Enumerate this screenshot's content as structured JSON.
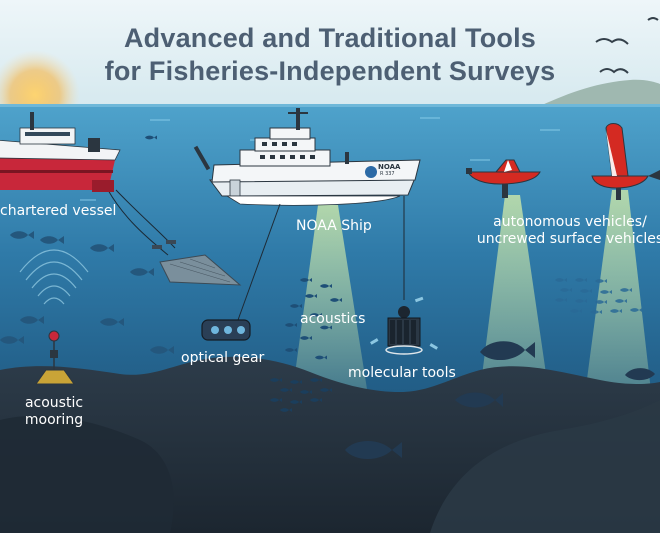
{
  "title": {
    "line1": "Advanced and Traditional Tools",
    "line2": "for Fisheries-Independent Surveys"
  },
  "labels": {
    "chartered_vessel": "chartered vessel",
    "noaa_ship": "NOAA Ship",
    "autonomous_line1": "autonomous vehicles/",
    "autonomous_line2": "uncrewed surface vehicles",
    "acoustics": "acoustics",
    "optical_gear": "optical gear",
    "molecular_tools": "molecular tools",
    "acoustic_mooring_line1": "acoustic",
    "acoustic_mooring_line2": "mooring"
  },
  "ship_markings": {
    "hull_logo": "NOAA",
    "hull_number": "R 337"
  },
  "colors": {
    "sky_top": "#e9f3f7",
    "sky_bottom": "#d8eaf0",
    "sea_surface": "#3e92bd",
    "sea_deep": "#17496f",
    "seafloor": "#232f3b",
    "chartered_hull": "#c8273a",
    "usv_red": "#d42a22",
    "sun": "#f6b23c",
    "title_text": "#4d5f73"
  }
}
